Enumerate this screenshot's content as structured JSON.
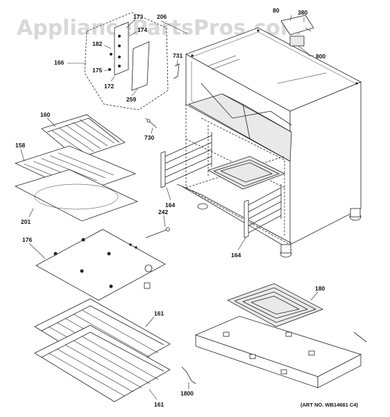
{
  "watermark": "AppliancePartsPros.com",
  "art_number": "(ART NO. WB14681 C4)",
  "callouts": [
    "173",
    "174",
    "182",
    "166",
    "175",
    "172",
    "259",
    "206",
    "80",
    "380",
    "800",
    "731",
    "160",
    "730",
    "158",
    "201",
    "164",
    "242",
    "176",
    "164",
    "180",
    "161",
    "161",
    "1800"
  ]
}
